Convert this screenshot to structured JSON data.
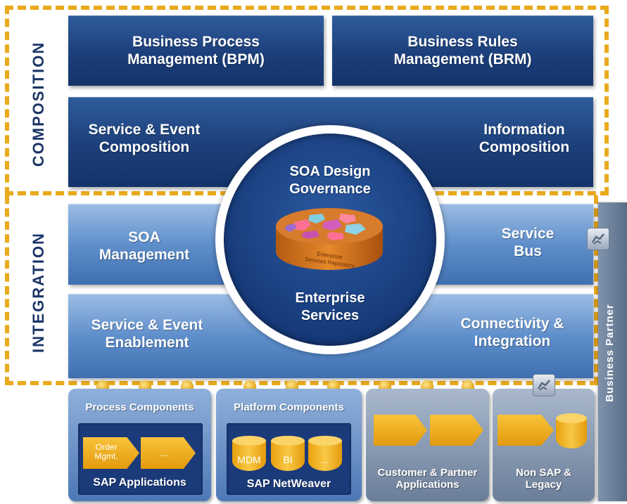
{
  "composition_label": "COMPOSITION",
  "integration_label": "INTEGRATION",
  "business_partner_label": "Business Partner",
  "bpm": [
    "Business Process",
    "Management (BPM)"
  ],
  "brm": [
    "Business Rules",
    "Management (BRM)"
  ],
  "service_event_composition": [
    "Service & Event",
    "Composition"
  ],
  "information_composition": [
    "Information",
    "Composition"
  ],
  "soa_management": [
    "SOA",
    "Management"
  ],
  "service_bus": [
    "Service",
    "Bus"
  ],
  "service_event_enablement": [
    "Service & Event",
    "Enablement"
  ],
  "connectivity_integration": [
    "Connectivity &",
    "Integration"
  ],
  "center": {
    "soa_design_governance": [
      "SOA Design",
      "Governance"
    ],
    "enterprise_services": [
      "Enterprise",
      "Services"
    ],
    "repository_label": [
      "Enterprise",
      "Services Repository"
    ]
  },
  "bottom": {
    "process_components": {
      "title": "Process Components",
      "arrow1": [
        "Order",
        "Mgmt."
      ],
      "arrow2": "...",
      "footer": "SAP Applications"
    },
    "platform_components": {
      "title": "Platform Components",
      "cyl1": "MDM",
      "cyl2": "BI",
      "cyl3": "...",
      "footer": "SAP NetWeaver"
    },
    "customer_partner": [
      "Customer & Partner",
      "Applications"
    ],
    "non_sap": [
      "Non SAP &",
      "Legacy"
    ]
  },
  "colors": {
    "dashed_frame": "#e9aa1c",
    "dark_blue": "#1c3f7a",
    "light_blue": "#5f8fcb",
    "accent_orange": "#f5b325"
  },
  "icons": [
    "handshake-icon"
  ]
}
